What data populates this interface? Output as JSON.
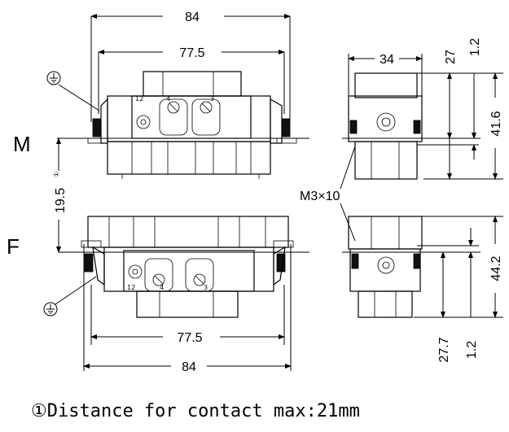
{
  "labels": {
    "male": "M",
    "female": "F",
    "screw": "M3×10"
  },
  "dimensions": {
    "m_width_total": "84",
    "m_width_inner": "77.5",
    "m_side_width": "34",
    "m_side_27": "27",
    "m_side_1_2": "1.2",
    "m_side_41_6": "41.6",
    "gap": "19.5",
    "gap_note_mark": "①",
    "f_width_inner": "77.5",
    "f_width_total": "84",
    "f_side_44_2": "44.2",
    "f_side_27_7": "27.7",
    "f_side_1_2": "1.2"
  },
  "contacts": {
    "m_pin_12": "12",
    "m_pin_4": "4",
    "m_pin_3": "3",
    "f_pin_12": "12",
    "f_pin_4": "4",
    "f_pin_3": "3"
  },
  "footnote": "①Distance for contact max:21mm"
}
